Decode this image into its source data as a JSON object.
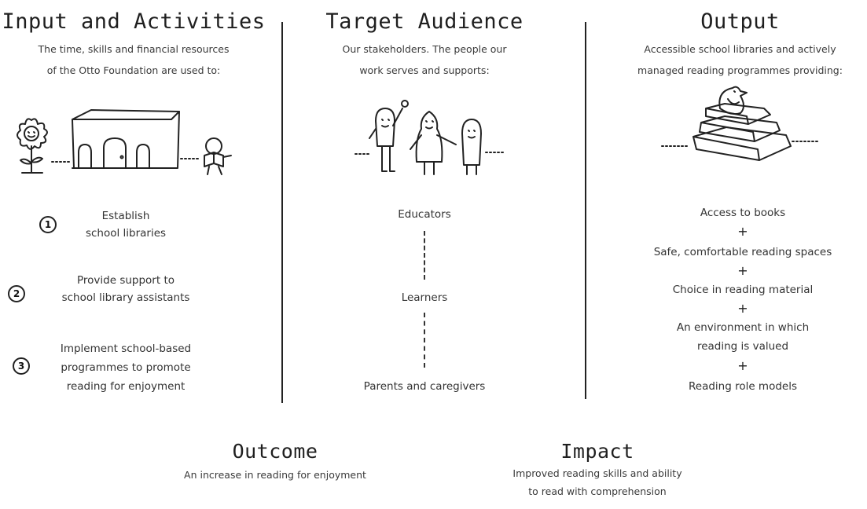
{
  "input": {
    "title": "Input and Activities",
    "subtitle_line1": "The time, skills and financial resources",
    "subtitle_line2": "of the Otto Foundation are used to:",
    "items": [
      {
        "number": "1",
        "line1": "Establish",
        "line2": "school libraries"
      },
      {
        "number": "2",
        "line1": "Provide support to",
        "line2": "school library assistants"
      },
      {
        "number": "3",
        "line1": "Implement school-based",
        "line2": "programmes to promote",
        "line3": "reading for enjoyment"
      }
    ]
  },
  "audience": {
    "title": "Target Audience",
    "subtitle_line1": "Our stakeholders. The people our",
    "subtitle_line2": "work serves and supports:",
    "groups": [
      "Educators",
      "Learners",
      "Parents and caregivers"
    ]
  },
  "output": {
    "title": "Output",
    "subtitle_line1": "Accessible school libraries and actively",
    "subtitle_line2": "managed reading programmes providing:",
    "items": [
      {
        "line1": "Access to books"
      },
      {
        "line1": "Safe, comfortable reading spaces"
      },
      {
        "line1": "Choice in reading material"
      },
      {
        "line1": "An environment in which",
        "line2": "reading is valued"
      },
      {
        "line1": "Reading role models"
      }
    ],
    "separator": "+"
  },
  "outcome": {
    "title": "Outcome",
    "text": "An increase in reading for enjoyment"
  },
  "impact": {
    "title": "Impact",
    "text_line1": "Improved reading skills and ability",
    "text_line2": "to read with comprehension"
  }
}
